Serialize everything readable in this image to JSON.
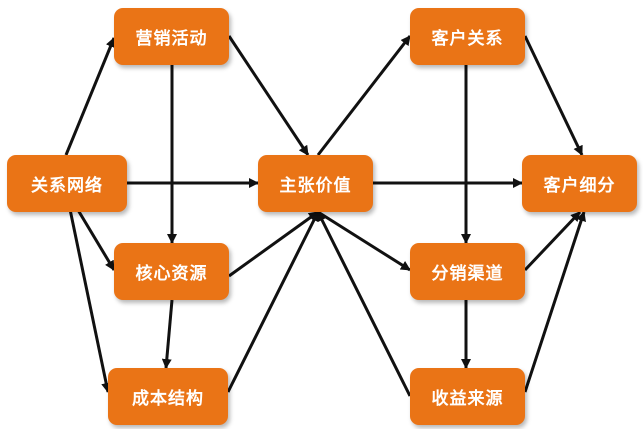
{
  "nodes": {
    "marketing": "营销活动",
    "network": "关系网络",
    "resources": "核心资源",
    "cost": "成本结构",
    "value": "主张价值",
    "relation": "客户关系",
    "channel": "分销渠道",
    "revenue": "收益来源",
    "segment": "客户细分"
  },
  "edges": [
    [
      "network",
      "marketing"
    ],
    [
      "network",
      "resources"
    ],
    [
      "network",
      "cost"
    ],
    [
      "network",
      "value"
    ],
    [
      "marketing",
      "resources"
    ],
    [
      "marketing",
      "value"
    ],
    [
      "resources",
      "cost"
    ],
    [
      "resources",
      "value"
    ],
    [
      "cost",
      "value"
    ],
    [
      "value",
      "relation"
    ],
    [
      "value",
      "channel"
    ],
    [
      "value",
      "segment"
    ],
    [
      "revenue",
      "value"
    ],
    [
      "relation",
      "channel"
    ],
    [
      "relation",
      "segment"
    ],
    [
      "channel",
      "revenue"
    ],
    [
      "channel",
      "segment"
    ],
    [
      "revenue",
      "segment"
    ]
  ],
  "colors": {
    "node_fill": "#ea7416",
    "node_text": "#ffffff",
    "arrow": "#111111"
  }
}
